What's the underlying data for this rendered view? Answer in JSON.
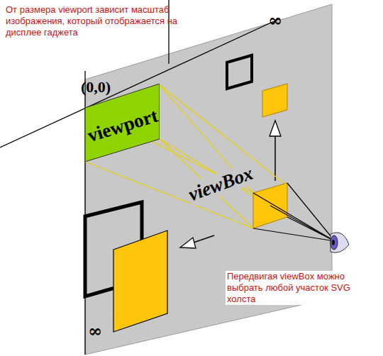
{
  "diagram": {
    "nodes": [
      {
        "text": [
          "viewport"
        ]
      }
    ],
    "labels": [
      "От размера viewport зависит масштаб изображения, который отображается на дисплее гаджета",
      "(0,0)",
      "∞",
      "viewBox",
      "∞",
      "Передвигая viewBox можно выбрать любой участок SVG холста"
    ]
  }
}
